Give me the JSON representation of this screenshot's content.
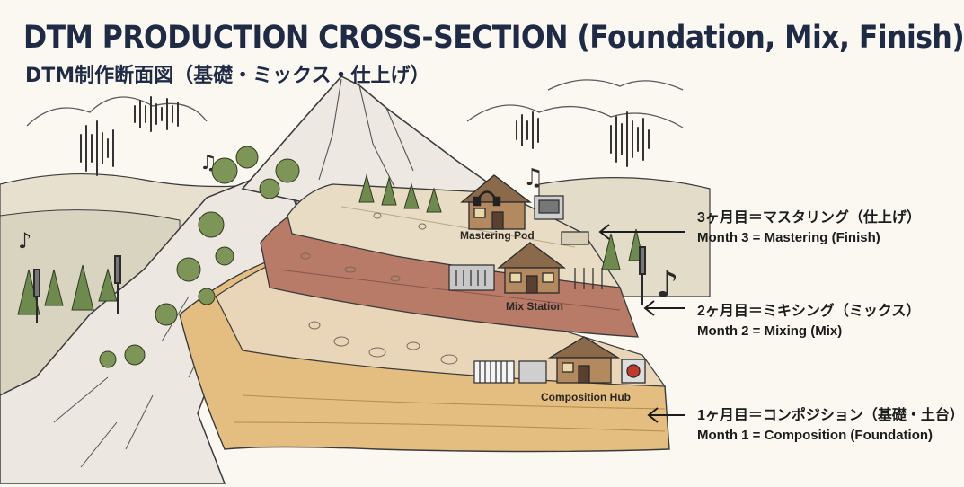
{
  "title": {
    "english": "DTM PRODUCTION CROSS-SECTION (Foundation, Mix, Finish)",
    "japanese": "DTM制作断面図（基礎・ミックス・仕上げ）"
  },
  "places": {
    "mastering": "Mastering Pod",
    "mix": "Mix Station",
    "composition": "Composition Hub"
  },
  "layers": [
    {
      "japanese": "3ヶ月目＝マスタリング（仕上げ）",
      "english": "Month 3 = Mastering (Finish)"
    },
    {
      "japanese": "2ヶ月目＝ミキシング（ミックス）",
      "english": "Month 2 = Mixing (Mix)"
    },
    {
      "japanese": "1ヶ月目＝コンポジション（基礎・土台）",
      "english": "Month 1 = Composition (Foundation)"
    }
  ],
  "colors": {
    "title": "#1f2a44",
    "mastering_layer": "#e8dcc4",
    "mix_layer": "#b77b68",
    "composition_layer": "#e4bd80",
    "rock": "#e6e2dc",
    "tree": "#6f8a4f"
  },
  "icons": [
    "music-note-icon",
    "sound-wave-icon",
    "headphones-icon",
    "mixer-icon",
    "keyboard-icon",
    "record-button-icon",
    "cabin-icon",
    "pine-tree-icon",
    "audio-jack-icon"
  ]
}
